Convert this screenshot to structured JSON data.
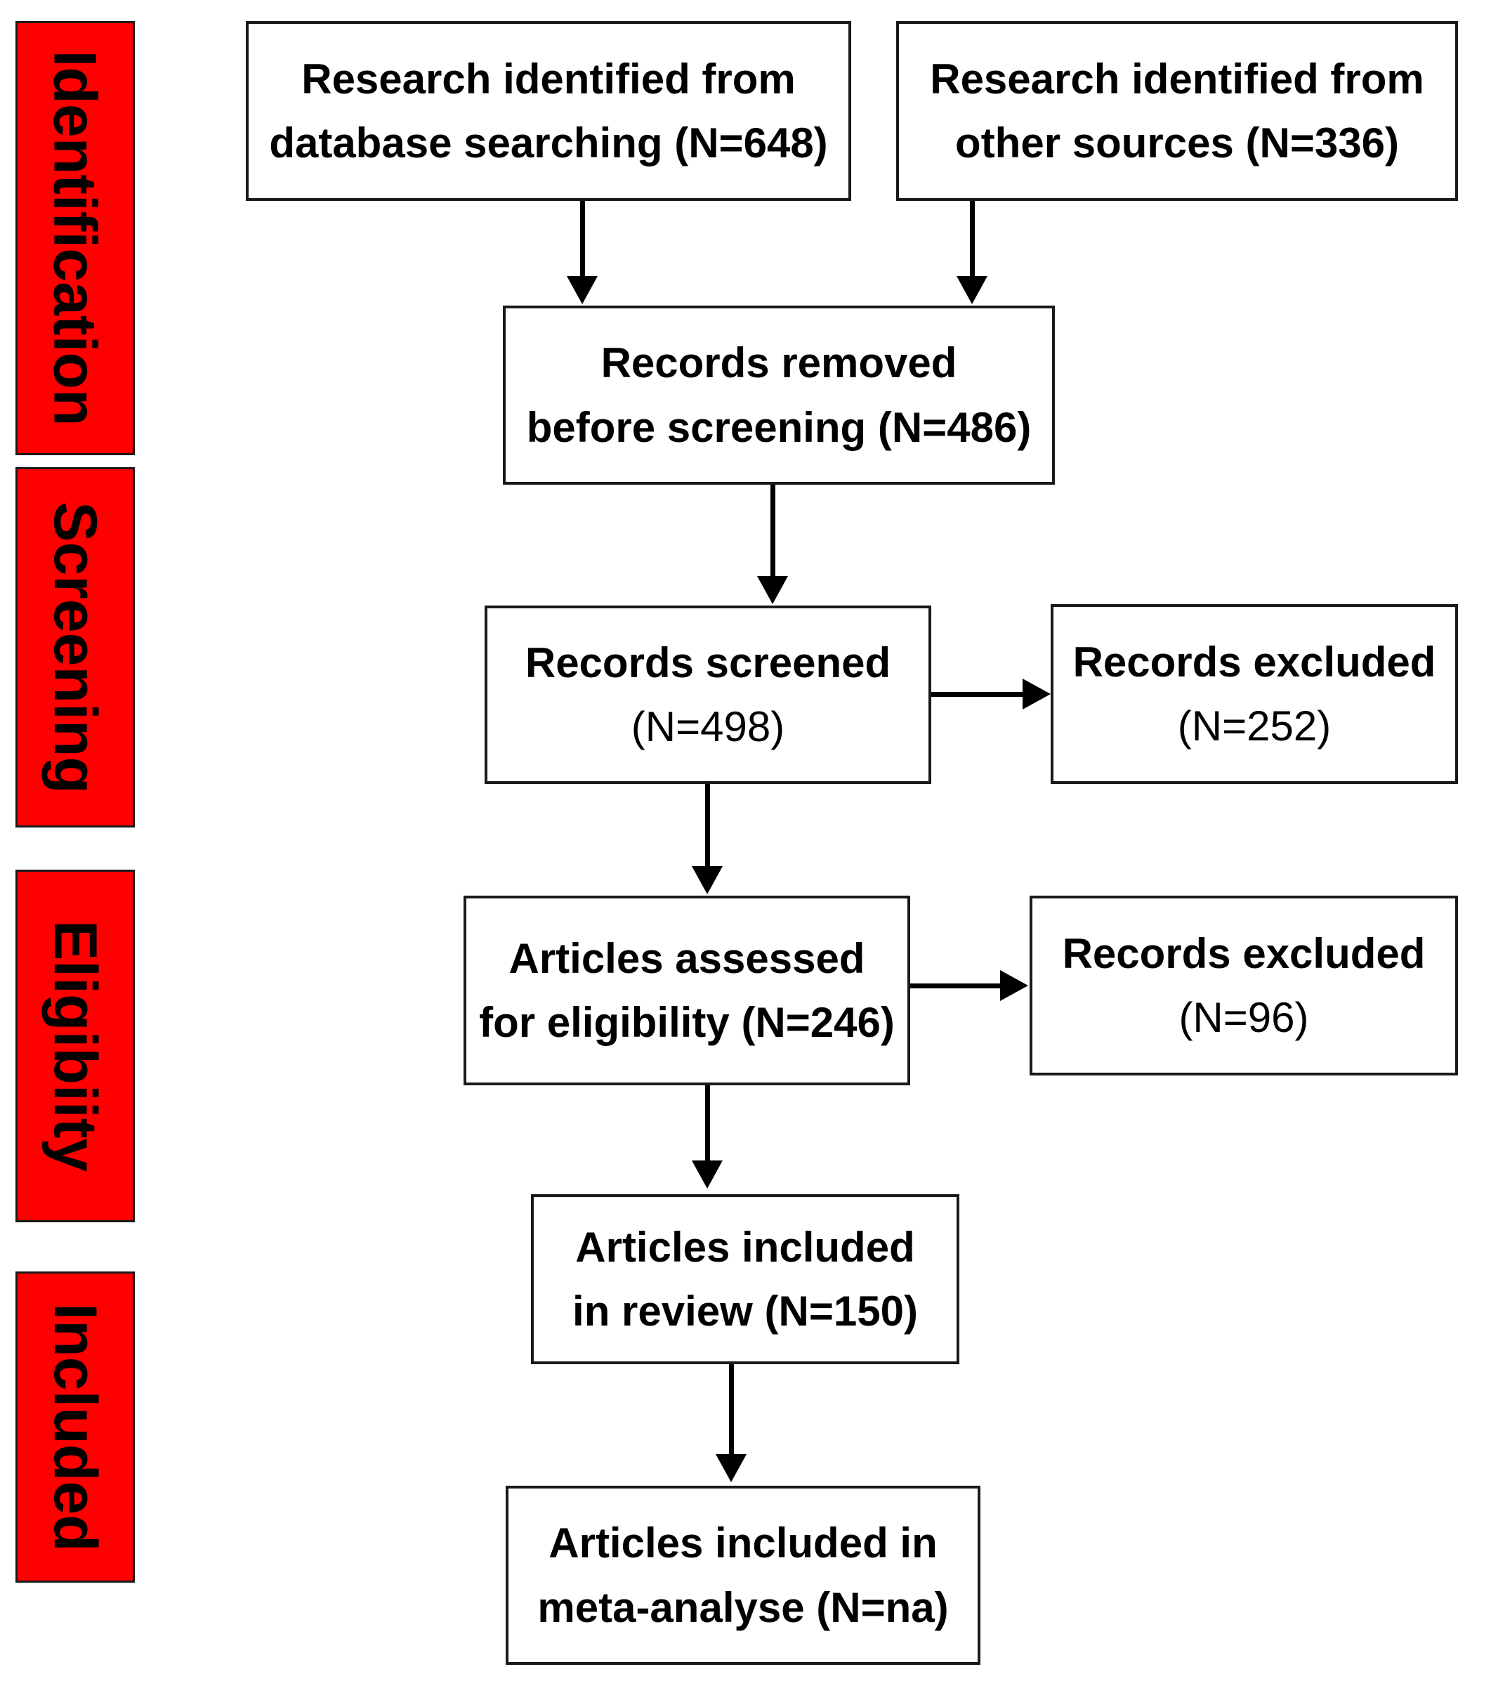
{
  "diagram": {
    "title": "PRISMA flow diagram",
    "accent_color": "#FF0000",
    "border_color": "#1a1a1a",
    "text_color": "#000000",
    "background_color": "#FFFFFF"
  },
  "stages": [
    {
      "label": "Identification"
    },
    {
      "label": "Screening"
    },
    {
      "label": "Eligibiity"
    },
    {
      "label": "Included"
    }
  ],
  "boxes": {
    "db_search": {
      "line1": "Research identified from",
      "line2": "database searching (N=648)",
      "count": 648
    },
    "other_sources": {
      "line1": "Research identified from",
      "line2": "other sources (N=336)",
      "count": 336
    },
    "removed_before_screening": {
      "line1": "Records removed",
      "line2": "before screening (N=486)",
      "count": 486
    },
    "records_screened": {
      "line1": "Records screened",
      "line2": "(N=498)",
      "count": 498
    },
    "records_excluded_screening": {
      "line1": "Records excluded",
      "line2": "(N=252)",
      "count": 252
    },
    "articles_assessed": {
      "line1": "Articles assessed",
      "line2": "for eligibility (N=246)",
      "count": 246
    },
    "records_excluded_eligibility": {
      "line1": "Records excluded",
      "line2": "(N=96)",
      "count": 96
    },
    "included_review": {
      "line1": "Articles included",
      "line2": "in review (N=150)",
      "count": 150
    },
    "included_meta": {
      "line1": "Articles included  in",
      "line2": "meta-analyse (N=na)",
      "count": "na"
    }
  }
}
